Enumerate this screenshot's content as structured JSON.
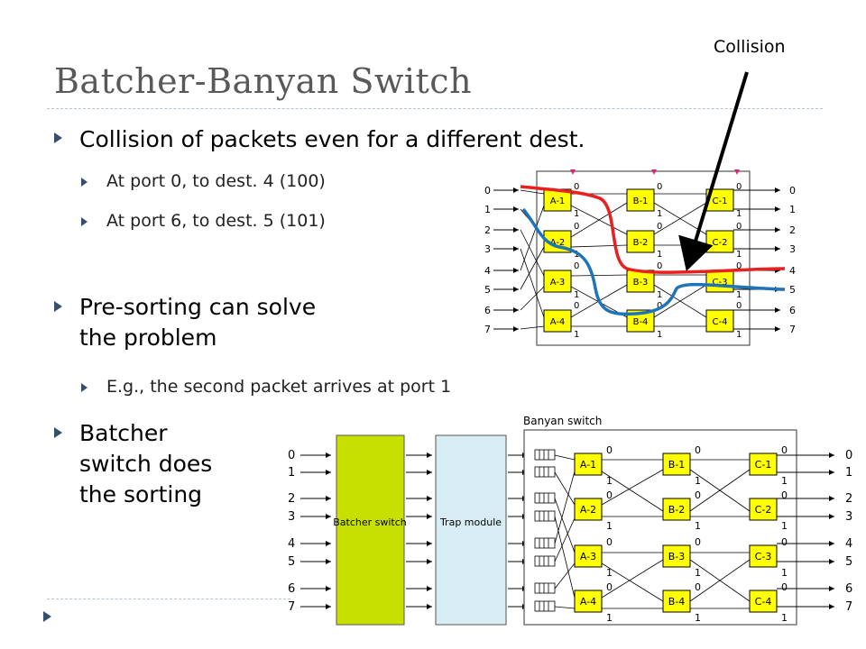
{
  "slide": {
    "title": "Batcher-Banyan Switch",
    "collision_label": "Collision",
    "bullets": [
      {
        "text": "Collision of packets even for a different dest.",
        "sub": [
          "At port 0, to dest. 4 (100)",
          "At port 6, to dest. 5 (101)"
        ]
      },
      {
        "text": "Pre-sorting can solve the problem",
        "sub": [
          "E.g., the second packet arrives at port 1"
        ]
      },
      {
        "text": "Batcher switch does the sorting",
        "sub": []
      }
    ]
  },
  "diagram_top": {
    "inputs": [
      "0",
      "1",
      "2",
      "3",
      "4",
      "5",
      "6",
      "7"
    ],
    "outputs": [
      "0",
      "1",
      "2",
      "3",
      "4",
      "5",
      "6",
      "7"
    ],
    "switches": [
      "A-1",
      "A-2",
      "A-3",
      "A-4",
      "B-1",
      "B-2",
      "B-3",
      "B-4",
      "C-1",
      "C-2",
      "C-3",
      "C-4"
    ],
    "port_labels": [
      "0",
      "1"
    ],
    "path_colors": {
      "red": "#e8201f",
      "blue": "#1f74b8"
    }
  },
  "diagram_bottom": {
    "banyan_label": "Banyan switch",
    "batcher_label": "Batcher switch",
    "trap_label": "Trap module",
    "inputs": [
      "0",
      "1",
      "2",
      "3",
      "4",
      "5",
      "6",
      "7"
    ],
    "outputs": [
      "0",
      "1",
      "2",
      "3",
      "4",
      "5",
      "6",
      "7"
    ],
    "switches": [
      "A-1",
      "A-2",
      "A-3",
      "A-4",
      "B-1",
      "B-2",
      "B-3",
      "B-4",
      "C-1",
      "C-2",
      "C-3",
      "C-4"
    ],
    "port_labels": [
      "0",
      "1"
    ],
    "colors": {
      "switch": "#ffff00",
      "batcher": "#c8e000",
      "trap": "#d8ecf4"
    }
  }
}
